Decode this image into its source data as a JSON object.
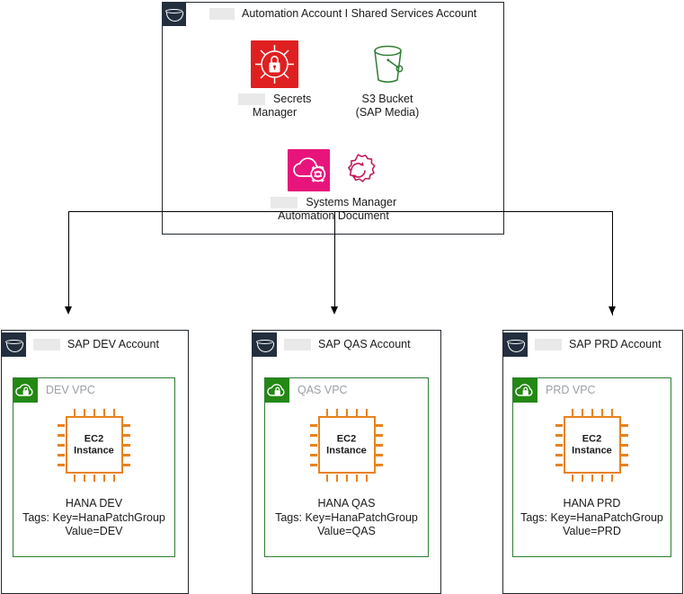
{
  "diagram": {
    "title": "AWS SAP patching automation architecture",
    "colors": {
      "account_icon": "#232f3e",
      "secrets_manager": "#e02020",
      "s3_green": "#2e7d32",
      "systems_manager_pink": "#e7157b",
      "vpc_green": "#248814",
      "ec2_orange": "#e8821e",
      "border": "#23292f",
      "vpc_label_gray": "#9aa0a6",
      "redaction_gray": "#e9e9e9"
    }
  },
  "automation_account": {
    "icon": "aws-account-icon",
    "redacted_prefix": true,
    "title": "Automation Account I Shared Services Account",
    "services": [
      {
        "icon": "secrets-manager-icon",
        "redacted_prefix": true,
        "label_line1": "Secrets",
        "label_line2": "Manager"
      },
      {
        "icon": "s3-bucket-icon",
        "redacted_prefix": false,
        "label_line1": "S3 Bucket",
        "label_line2": "(SAP Media)"
      }
    ],
    "systems_manager": {
      "icons": [
        "systems-manager-icon",
        "automation-document-icon"
      ],
      "redacted_prefix": true,
      "label_line1": "Systems Manager",
      "label_line2": "Automation Document"
    }
  },
  "environment_accounts": [
    {
      "id": "dev",
      "icon": "aws-account-icon",
      "redacted_prefix": true,
      "title": "SAP DEV Account",
      "vpc": {
        "icon": "vpc-icon",
        "label": "DEV VPC"
      },
      "instance": {
        "icon": "ec2-instance-icon",
        "chip_line1": "EC2",
        "chip_line2": "Instance",
        "name": "HANA DEV",
        "tag_key_line": "Tags: Key=HanaPatchGroup",
        "tag_value_line": "Value=DEV"
      }
    },
    {
      "id": "qas",
      "icon": "aws-account-icon",
      "redacted_prefix": true,
      "title": "SAP QAS Account",
      "vpc": {
        "icon": "vpc-icon",
        "label": "QAS VPC"
      },
      "instance": {
        "icon": "ec2-instance-icon",
        "chip_line1": "EC2",
        "chip_line2": "Instance",
        "name": "HANA QAS",
        "tag_key_line": "Tags: Key=HanaPatchGroup",
        "tag_value_line": "Value=QAS"
      }
    },
    {
      "id": "prd",
      "icon": "aws-account-icon",
      "redacted_prefix": true,
      "title": "SAP PRD Account",
      "vpc": {
        "icon": "vpc-icon",
        "label": "PRD VPC"
      },
      "instance": {
        "icon": "ec2-instance-icon",
        "chip_line1": "EC2",
        "chip_line2": "Instance",
        "name": "HANA PRD",
        "tag_key_line": "Tags: Key=HanaPatchGroup",
        "tag_value_line": "Value=PRD"
      }
    }
  ],
  "connectors": {
    "count": 3,
    "style": "orthogonal-arrow",
    "direction": "down",
    "from": "Automation Account",
    "to": [
      "SAP DEV Account",
      "SAP QAS Account",
      "SAP PRD Account"
    ]
  }
}
